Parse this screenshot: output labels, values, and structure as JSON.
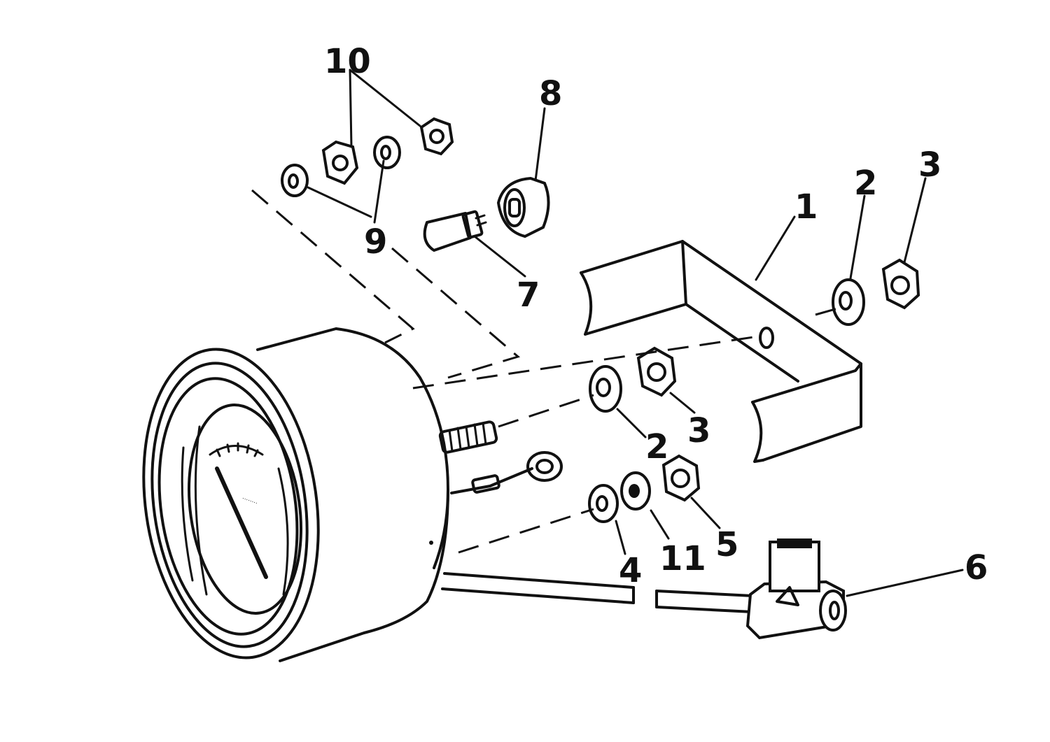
{
  "callouts": {
    "c1": "1",
    "c2_top": "2",
    "c3_top": "3",
    "c2_mid": "2",
    "c3_mid": "3",
    "c4": "4",
    "c5": "5",
    "c6": "6",
    "c7": "7",
    "c8": "8",
    "c9": "9",
    "c10": "10",
    "c11": "11"
  },
  "colors": {
    "ink": "#111111",
    "paper": "#ffffff"
  }
}
